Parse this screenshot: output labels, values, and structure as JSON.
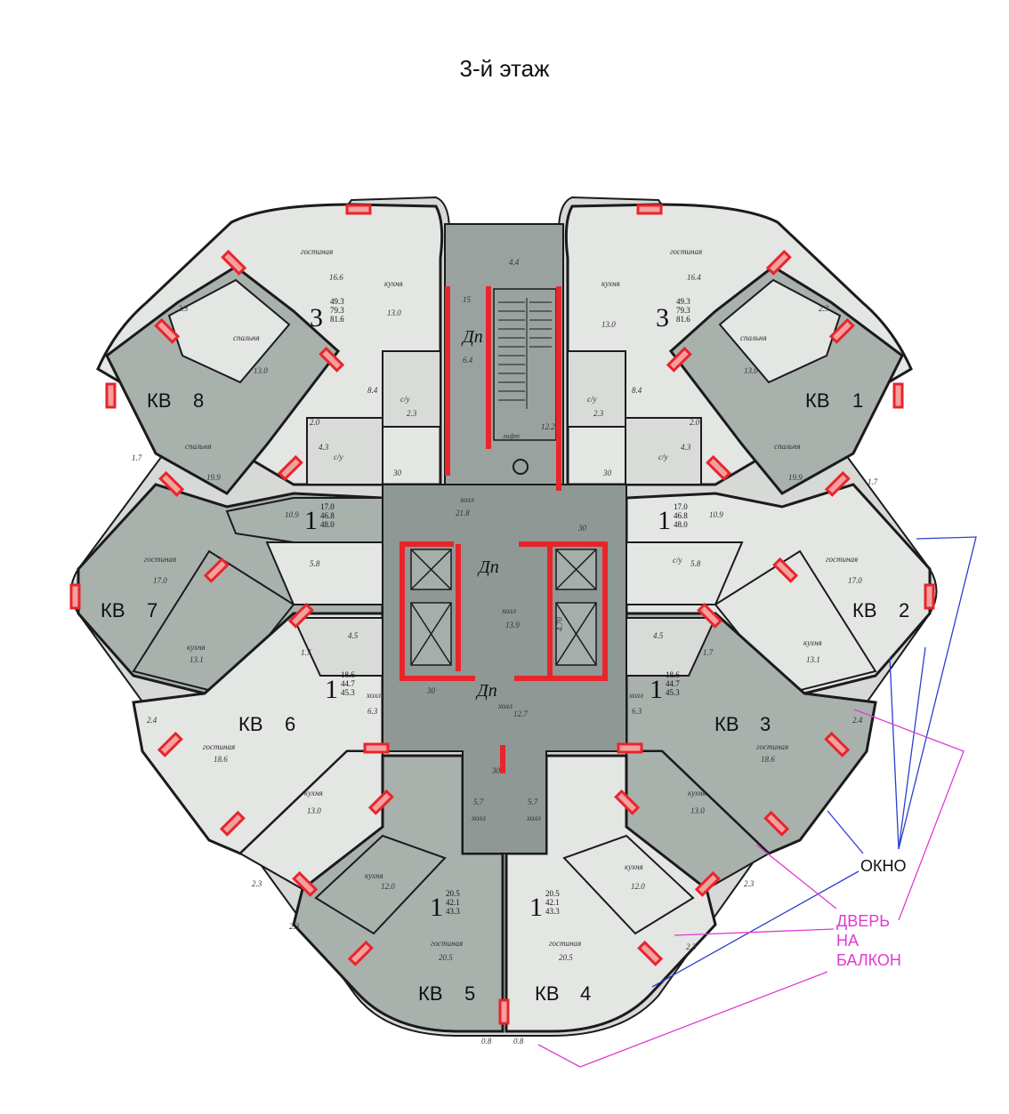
{
  "title": "3-й этаж",
  "apartments": [
    {
      "label": "КВ",
      "num": "1",
      "rooms": "3",
      "areas": [
        "49.3",
        "79.3",
        "81.6"
      ]
    },
    {
      "label": "КВ",
      "num": "2",
      "rooms": "1",
      "areas": [
        "17.0",
        "46.8",
        "48.0"
      ]
    },
    {
      "label": "КВ",
      "num": "3",
      "rooms": "1",
      "areas": [
        "18.6",
        "44.7",
        "45.3"
      ]
    },
    {
      "label": "КВ",
      "num": "4",
      "rooms": "1",
      "areas": [
        "20.5",
        "42.1",
        "43.3"
      ]
    },
    {
      "label": "КВ",
      "num": "5",
      "rooms": "1",
      "areas": [
        "20.5",
        "42.1",
        "43.3"
      ]
    },
    {
      "label": "КВ",
      "num": "6",
      "rooms": "1",
      "areas": [
        "18.6",
        "44.7",
        "45.3"
      ]
    },
    {
      "label": "КВ",
      "num": "7",
      "rooms": "1",
      "areas": [
        "17.0",
        "46.8",
        "48.0"
      ]
    },
    {
      "label": "КВ",
      "num": "8",
      "rooms": "3",
      "areas": [
        "49.3",
        "79.3",
        "81.6"
      ]
    }
  ],
  "rooms": {
    "living": "гостиная",
    "bedroom": "спальня",
    "kitchen": "кухня",
    "hall": "холл",
    "bathroom": "с/у",
    "lift": "Дп",
    "stairs": "лифт"
  },
  "values": {
    "v_16_6": "16.6",
    "v_16_4": "16.4",
    "v_13_0": "13.0",
    "v_19_9": "19.9",
    "v_2_3": "2.3",
    "v_8_4": "8.4",
    "v_2_0": "2.0",
    "v_4_3": "4.3",
    "v_1_7": "1.7",
    "v_10_9": "10.9",
    "v_17_0": "17.0",
    "v_5_8": "5.8",
    "v_4_5": "4.5",
    "v_13_1": "13.1",
    "v_6_3": "6.3",
    "v_18_6": "18.6",
    "v_2_4": "2.4",
    "v_5_7": "5.7",
    "v_12_0": "12.0",
    "v_20_5": "20.5",
    "v_21_8": "21.8",
    "v_13_9": "13.9",
    "v_12_7": "12.7",
    "v_4_4": "4.4",
    "v_6_4": "6.4",
    "v_12_2": "12.2",
    "v_0_8": "0.8",
    "v_15": "15",
    "v_30": "30",
    "v_4_70": "4.70"
  },
  "legend": {
    "window": "ОКНО",
    "door_line1": "ДВЕРЬ",
    "door_line2": "НА",
    "door_line3": "БАЛКОН"
  },
  "colors": {
    "dark_room": "#a9b1ad",
    "light_room": "#e3e6e3",
    "core": "#8f9895",
    "wall": "#1b1b1b",
    "red_marker": "#e8252b",
    "window_line": "#2b3fcf",
    "door_line": "#e03bd0"
  }
}
